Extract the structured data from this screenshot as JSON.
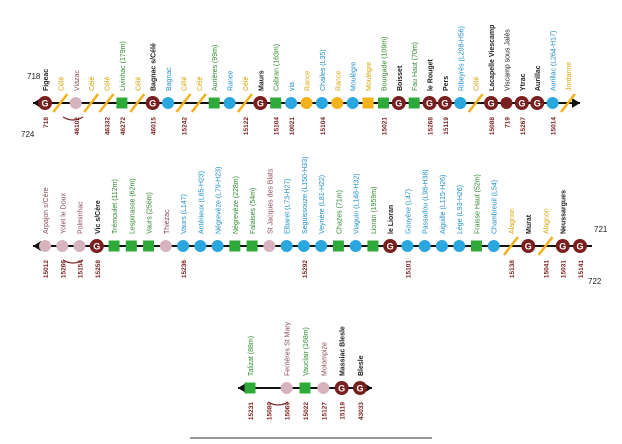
{
  "diagram": {
    "lines": [
      {
        "id": "line-1",
        "end_labels": {
          "top_left": "718",
          "bottom_left": "724"
        },
        "stations": [
          {
            "label": "Figeac",
            "marker": "G",
            "color": "dark",
            "code": "718"
          },
          {
            "label": "Célé",
            "marker": "cross",
            "color": "orange",
            "code": ""
          },
          {
            "label": "Viazac",
            "marker": "circle",
            "color": "pink",
            "code": "46102"
          },
          {
            "label": "Célé",
            "marker": "cross",
            "color": "orange",
            "code": ""
          },
          {
            "label": "Célé",
            "marker": "cross",
            "color": "orange",
            "code": "46332"
          },
          {
            "label": "Livinhac (179m)",
            "marker": "square",
            "color": "green",
            "code": "46272"
          },
          {
            "label": "Célé",
            "marker": "cross",
            "color": "orange",
            "code": ""
          },
          {
            "label": "Bagnac s/Célé",
            "marker": "G",
            "color": "dark",
            "code": "46015"
          },
          {
            "label": "Bagnac",
            "marker": "circle",
            "color": "blue",
            "code": ""
          },
          {
            "label": "Célé",
            "marker": "cross",
            "color": "orange",
            "code": "15242"
          },
          {
            "label": "Célé",
            "marker": "cross",
            "color": "orange",
            "code": ""
          },
          {
            "label": "Aurières (99m)",
            "marker": "square",
            "color": "green",
            "code": ""
          },
          {
            "label": "Rance",
            "marker": "circle",
            "color": "blue",
            "code": ""
          },
          {
            "label": "Célé",
            "marker": "cross",
            "color": "orange",
            "code": "15122"
          },
          {
            "label": "Maurs",
            "marker": "G",
            "color": "dark",
            "code": ""
          },
          {
            "label": "Cabran (163m)",
            "marker": "square",
            "color": "green",
            "code": "15104"
          },
          {
            "label": "via",
            "marker": "circle",
            "color": "blue",
            "code": "10021"
          },
          {
            "label": "Rance",
            "marker": "circle",
            "color": "orange",
            "code": ""
          },
          {
            "label": "Chailes (L35)",
            "marker": "circle",
            "color": "blue",
            "code": "15104"
          },
          {
            "label": "Rance",
            "marker": "circle",
            "color": "orange",
            "code": ""
          },
          {
            "label": "Moulègre",
            "marker": "circle",
            "color": "blue",
            "code": ""
          },
          {
            "label": "Moulègre",
            "marker": "square",
            "color": "orange",
            "code": ""
          },
          {
            "label": "Bourgade (109m)",
            "marker": "square",
            "color": "green",
            "code": "15021"
          },
          {
            "label": "Boisset",
            "marker": "G",
            "color": "dark",
            "code": ""
          },
          {
            "label": "Fau Haut (70m)",
            "marker": "square",
            "color": "green",
            "code": ""
          },
          {
            "label": "le Rouget",
            "marker": "G",
            "color": "dark",
            "code": "15268"
          },
          {
            "label": "Pers",
            "marker": "G",
            "color": "dark",
            "code": "15119"
          },
          {
            "label": "Ribeyrès (L208-H56)",
            "marker": "circle",
            "color": "blue",
            "code": ""
          },
          {
            "label": "Célé",
            "marker": "cross",
            "color": "orange",
            "code": ""
          },
          {
            "label": "Lacapelle Viescamp",
            "marker": "G",
            "color": "dark",
            "code": "15088"
          },
          {
            "label": "Viscamp sous Jalès",
            "marker": "circle",
            "color": "maroon",
            "code": "719"
          },
          {
            "label": "Ytrac",
            "marker": "G",
            "color": "dark",
            "code": "15267"
          },
          {
            "label": "Aurillac",
            "marker": "G",
            "color": "dark",
            "code": ""
          },
          {
            "label": "Aurillac (L264-H17)",
            "marker": "circle",
            "color": "blue",
            "code": "15014"
          },
          {
            "label": "Jordanne",
            "marker": "cross",
            "color": "orange",
            "code": ""
          }
        ]
      },
      {
        "id": "line-2",
        "end_labels": {
          "top_right": "721",
          "bottom_right": "722"
        },
        "stations": [
          {
            "label": "Arpajon s/Cère",
            "marker": "circle",
            "color": "pink",
            "code": "15012"
          },
          {
            "label": "Yolet le Doux",
            "marker": "circle",
            "color": "pink",
            "code": "15266"
          },
          {
            "label": "Polminhac",
            "marker": "circle",
            "color": "pink",
            "code": "15154"
          },
          {
            "label": "Vic s/Cère",
            "marker": "G",
            "color": "dark",
            "code": "15258"
          },
          {
            "label": "Trémoulet (112m)",
            "marker": "square",
            "color": "green",
            "code": ""
          },
          {
            "label": "Lespinasse (62m)",
            "marker": "square",
            "color": "green",
            "code": ""
          },
          {
            "label": "Vaurs (256m)",
            "marker": "square",
            "color": "green",
            "code": ""
          },
          {
            "label": "Thiézac",
            "marker": "circle",
            "color": "pink",
            "code": ""
          },
          {
            "label": "Vaurs (L147)",
            "marker": "circle",
            "color": "blue",
            "code": "15236"
          },
          {
            "label": "Antérieux (L85-H23)",
            "marker": "circle",
            "color": "blue",
            "code": ""
          },
          {
            "label": "Négrevèze (L79-H23)",
            "marker": "circle",
            "color": "blue",
            "code": ""
          },
          {
            "label": "Négrevèze (228m)",
            "marker": "square",
            "color": "green",
            "code": ""
          },
          {
            "label": "Falaises (54m)",
            "marker": "square",
            "color": "green",
            "code": ""
          },
          {
            "label": "St Jacques des Blats",
            "marker": "circle",
            "color": "pink",
            "code": ""
          },
          {
            "label": "Elbaret (L73-H27)",
            "marker": "circle",
            "color": "blue",
            "code": ""
          },
          {
            "label": "Seguissouze (L150-H33)",
            "marker": "circle",
            "color": "blue",
            "code": "15292"
          },
          {
            "label": "Veyrière (L81-H22)",
            "marker": "circle",
            "color": "blue",
            "code": ""
          },
          {
            "label": "Chazes (71m)",
            "marker": "square",
            "color": "green",
            "code": ""
          },
          {
            "label": "Viaguin (L148-H32)",
            "marker": "circle",
            "color": "blue",
            "code": ""
          },
          {
            "label": "Lioran (1959m)",
            "marker": "square",
            "color": "green",
            "code": ""
          },
          {
            "label": "le Lioran",
            "marker": "G",
            "color": "dark",
            "code": ""
          },
          {
            "label": "Gouyère (L47)",
            "marker": "circle",
            "color": "blue",
            "code": "15101"
          },
          {
            "label": "Passadou (L98-H38)",
            "marker": "circle",
            "color": "blue",
            "code": ""
          },
          {
            "label": "Aiguille (L115-H26)",
            "marker": "circle",
            "color": "blue",
            "code": ""
          },
          {
            "label": "Lège (L93-H26)",
            "marker": "circle",
            "color": "blue",
            "code": ""
          },
          {
            "label": "Fraisse Haut (52m)",
            "marker": "square",
            "color": "green",
            "code": ""
          },
          {
            "label": "Chambreuil (L54)",
            "marker": "circle",
            "color": "blue",
            "code": ""
          },
          {
            "label": "Alagnon",
            "marker": "cross",
            "color": "orange",
            "code": "15138"
          },
          {
            "label": "Murat",
            "marker": "G",
            "color": "dark",
            "code": ""
          },
          {
            "label": "Alagnon",
            "marker": "cross",
            "color": "orange",
            "code": "15041"
          },
          {
            "label": "Neussargues",
            "marker": "G",
            "color": "dark",
            "code": "15031"
          },
          {
            "label": "",
            "marker": "G",
            "color": "dark",
            "code": "15141"
          }
        ]
      },
      {
        "id": "line-3",
        "end_labels": {},
        "stations": [
          {
            "label": "Talizat (88m)",
            "marker": "square",
            "color": "green",
            "code": "15231"
          },
          {
            "label": "",
            "marker": "none",
            "color": "none",
            "code": "15080"
          },
          {
            "label": "Ferrières St Mary",
            "marker": "circle",
            "color": "pink",
            "code": "15069"
          },
          {
            "label": "Vauclair (168m)",
            "marker": "square",
            "color": "green",
            "code": "15022"
          },
          {
            "label": "Molompize",
            "marker": "circle",
            "color": "pink",
            "code": "15127"
          },
          {
            "label": "Massiac Blesle",
            "marker": "G",
            "color": "dark",
            "code": "15119"
          },
          {
            "label": "Blesle",
            "marker": "G",
            "color": "dark",
            "code": "43033"
          }
        ]
      }
    ]
  }
}
